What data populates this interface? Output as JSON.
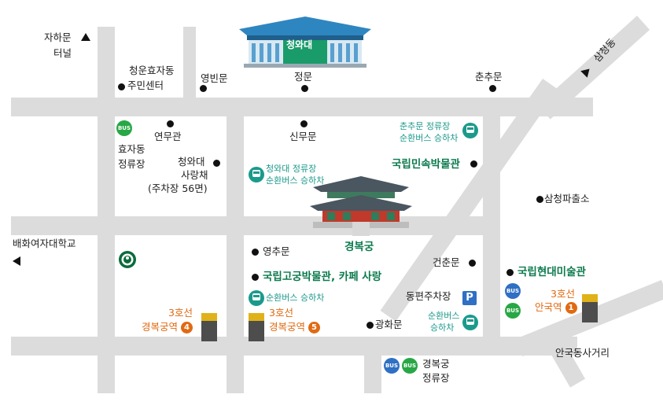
{
  "landmarks": {
    "cheongwadae": "청와대",
    "gyeongbokgung": "경복궁",
    "folk_museum": "국립민속박물관",
    "palace_museum": "국립고궁박물관, 카페 사랑",
    "mmca": "국립현대미술관"
  },
  "places": {
    "jahamun": "자하문",
    "tunnel": "터널",
    "cheongun_1": "청운효자동",
    "cheongun_2": "주민센터",
    "yeongbinmun": "영빈문",
    "jeongmun": "정문",
    "chunchumun": "춘추문",
    "samcheongdong": "삼청동",
    "yeonmugwan": "연무관",
    "hyoja_stop_1": "효자동",
    "hyoja_stop_2": "정류장",
    "sarangchae_1": "청와대",
    "sarangchae_2": "사랑채",
    "sarangchae_3": "(주차장 56면)",
    "sinmumun": "신무문",
    "samcheong_police": "삼청파출소",
    "baehwa": "배화여자대학교",
    "yeongchumun": "영추문",
    "geonchunmun": "건춘문",
    "east_parking": "동편주차장",
    "gwanghwamun": "광화문",
    "anguk_intersection": "안국동사거리",
    "gbg_stop_1": "경복궁",
    "gbg_stop_2": "정류장"
  },
  "bus_stops": {
    "chunchumun_1": "춘추문 정류장",
    "chunchumun_2": "순환버스 승하차",
    "cheongwadae_1": "청와대 정류장",
    "cheongwadae_2": "순환버스 승하차",
    "west": "순환버스 승하차",
    "east_1": "순환버스",
    "east_2": "승하차"
  },
  "subway": {
    "line3": "3호선",
    "gbg_station": "경복궁역",
    "anguk_station": "안국역",
    "exit4": "4",
    "exit5": "5",
    "exit1": "1"
  },
  "icons": {
    "bus_badge": "BUS",
    "parking": "P"
  },
  "colors": {
    "road": "#dcdcdc",
    "green": "#0c7a4d",
    "teal": "#1b9a8c",
    "orange": "#e06a12",
    "bus_green": "#28a745",
    "bus_blue": "#2f6fc4"
  }
}
